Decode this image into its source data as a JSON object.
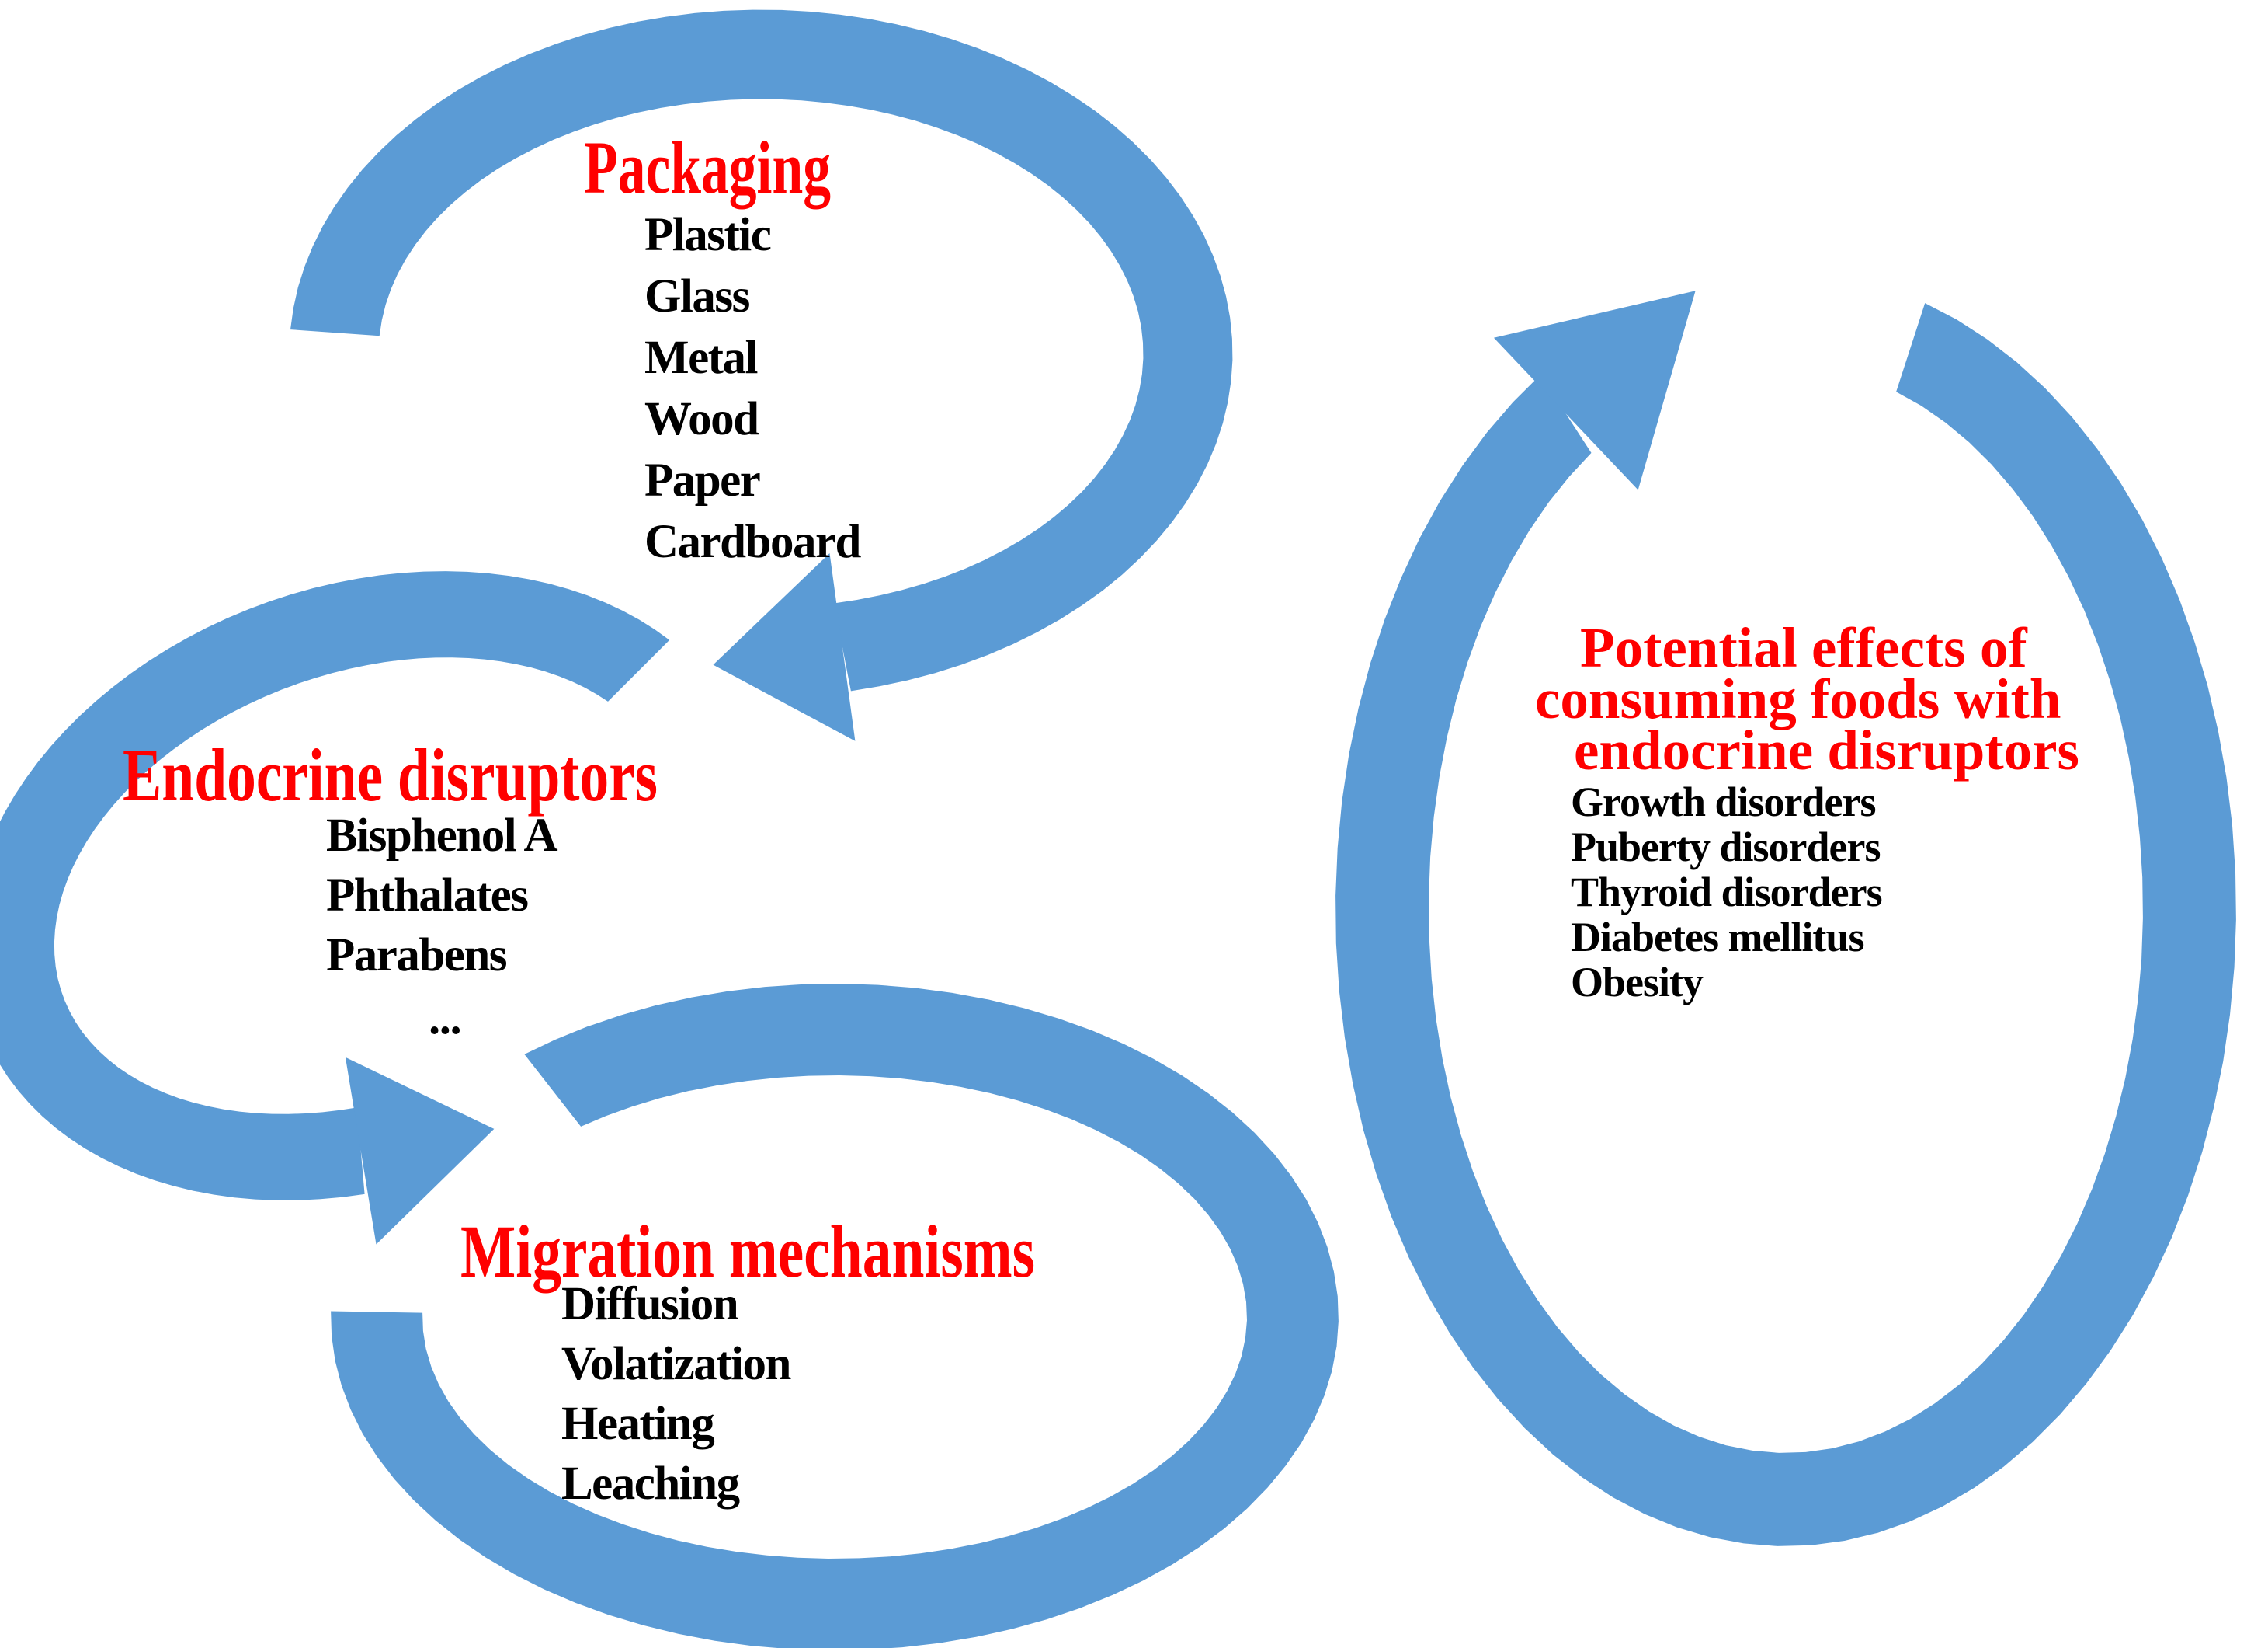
{
  "figure": {
    "type": "cycle-diagram",
    "background": "#FFFFFF"
  },
  "colors": {
    "arrow_blue": "#5B9BD5",
    "title_red": "#FF0000",
    "item_black": "#000000"
  },
  "cycles": [
    {
      "title": "Packaging",
      "arrow_icon": "circular-arrow-clockwise",
      "items": [
        "Plastic",
        "Glass",
        "Metal",
        "Wood",
        "Paper",
        "Cardboard"
      ]
    },
    {
      "title": "Endocrine disruptors",
      "arrow_icon": "circular-arrow-counterclockwise",
      "items": [
        "Bisphenol A",
        "Phthalates",
        "Parabens",
        "..."
      ]
    },
    {
      "title": "Migration mechanisms",
      "arrow_icon": "circular-ring-arc",
      "items": [
        "Diffusion",
        "Volatization",
        "Heating",
        "Leaching"
      ]
    },
    {
      "title": "Potential effects of consuming foods with endocrine disruptors",
      "title_lines": [
        "Potential effects of",
        "consuming foods with",
        "endocrine disruptors"
      ],
      "arrow_icon": "circular-arrow-clockwise",
      "items": [
        "Growth disorders",
        "Puberty disorders",
        "Thyroid disorders",
        "Diabetes mellitus",
        "Obesity"
      ]
    }
  ]
}
